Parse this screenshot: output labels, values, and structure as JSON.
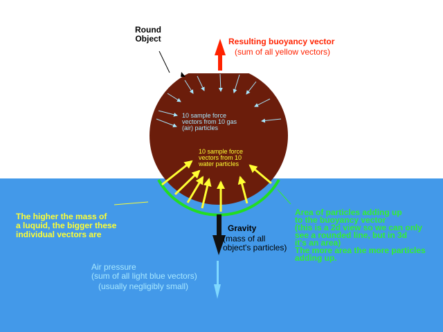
{
  "labels": {
    "round_object": "Round\nObject",
    "buoyancy_title": "Resulting buoyancy vector",
    "buoyancy_sub": "(sum of all yellow vectors)",
    "gas_vectors": "10 sample force\nvectors from 10 gas\n(air) particles",
    "water_vectors": "10 sample force\nvectors from 10\nwater particles",
    "mass_note": "The higher the mass of\na luquid, the bigger these\nindividual vectors are",
    "gravity_title": "Gravity",
    "gravity_sub": "(mass of all\nobject's particles)",
    "area_note": "Area of particles adding up\nto the buoyancy vector\n(this is a 2d view so we can only\nsee a rounded line, but in 3d\nit's an area)\nThe more area the more particles\nadding up.",
    "air_pressure": "Air pressure\n(sum of all light blue vectors)",
    "air_pressure_note": "(usually negligibly small)"
  },
  "colors": {
    "sky": "#ffffff",
    "water": "#4399e9",
    "object": "#6b1d0b",
    "air_vector": "#a8e8ff",
    "water_vector": "#ffff33",
    "contact_line": "#22dd22",
    "buoyancy_arrow": "#ff2200",
    "gravity_arrow": "#111111",
    "air_pressure_arrow": "#7fd8ff",
    "mass_text": "#ffff33",
    "area_text": "#33ee33",
    "buoyancy_text": "#ff2200"
  }
}
